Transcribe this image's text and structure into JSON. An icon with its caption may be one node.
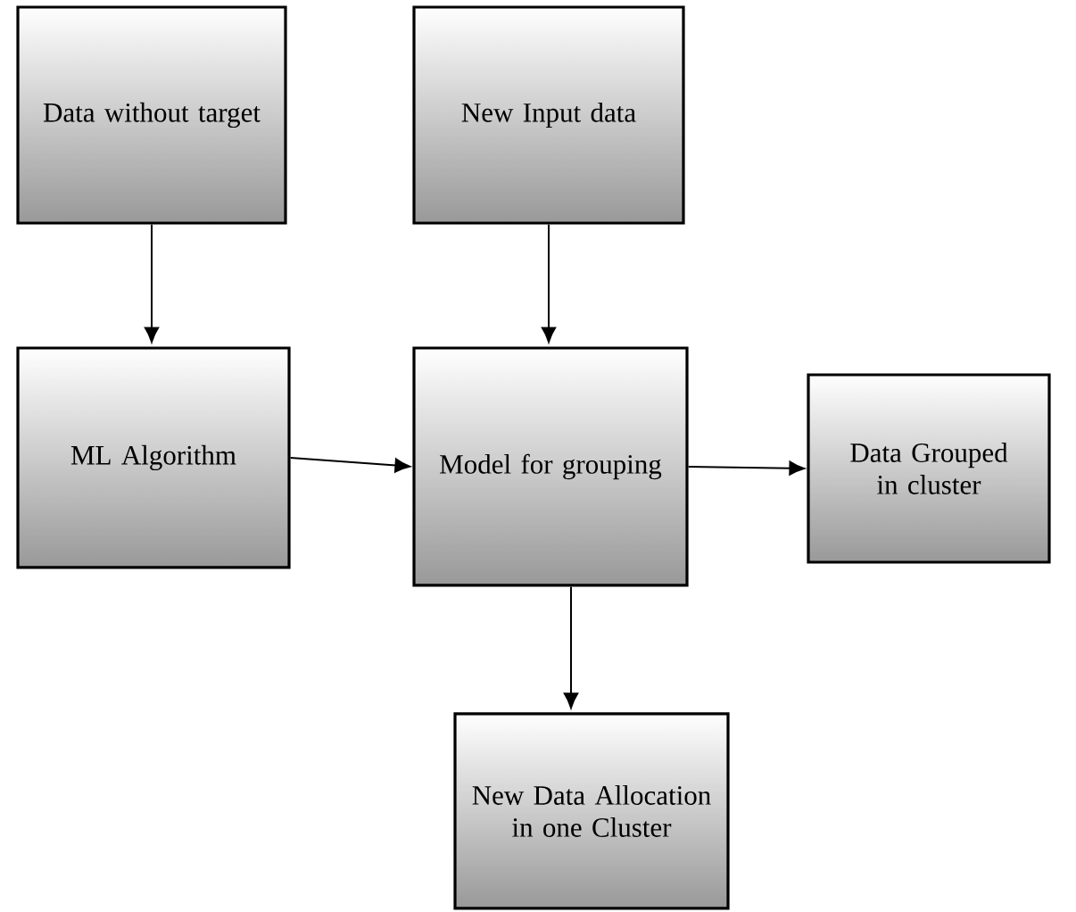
{
  "diagram": {
    "nodes": [
      {
        "text": [
          "Data without target"
        ]
      },
      {
        "text": [
          "New Input data"
        ]
      },
      {
        "text": [
          "ML Algorithm"
        ]
      },
      {
        "text": [
          "Model for grouping"
        ]
      },
      {
        "text": [
          "Data Grouped in cluster"
        ]
      },
      {
        "text": [
          "New Data Allocation in one Cluster"
        ]
      }
    ],
    "edges": [
      {
        "from": 0,
        "to": 2,
        "arrow": "to"
      },
      {
        "from": 1,
        "to": 3,
        "arrow": "to"
      },
      {
        "from": 2,
        "to": 3,
        "arrow": "to"
      },
      {
        "from": 3,
        "to": 4,
        "arrow": "to"
      },
      {
        "from": 3,
        "to": 5,
        "arrow": "to"
      }
    ]
  }
}
